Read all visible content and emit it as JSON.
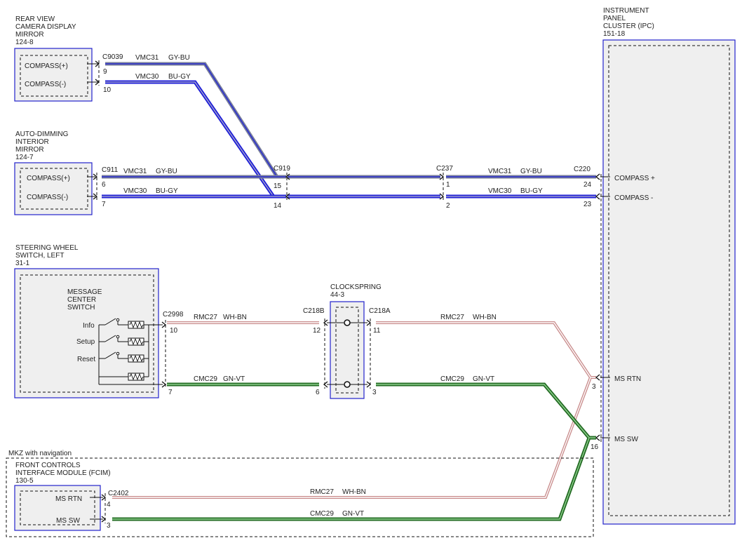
{
  "components": {
    "rvc": {
      "title": [
        "REAR VIEW",
        "CAMERA DISPLAY",
        "MIRROR"
      ],
      "ref": "124-8",
      "pins": [
        "COMPASS(+)",
        "COMPASS(-)"
      ]
    },
    "adm": {
      "title": [
        "AUTO-DIMMING",
        "INTERIOR",
        "MIRROR"
      ],
      "ref": "124-7",
      "pins": [
        "COMPASS(+)",
        "COMPASS(-)"
      ]
    },
    "swl": {
      "title": [
        "STEERING WHEEL",
        "SWITCH, LEFT"
      ],
      "ref": "31-1",
      "inner_title": [
        "MESSAGE",
        "CENTER",
        "SWITCH"
      ],
      "switches": [
        "Info",
        "Setup",
        "Reset"
      ]
    },
    "clockspring": {
      "title": "CLOCKSPRING",
      "ref": "44-3"
    },
    "ipc": {
      "title": [
        "INSTRUMENT",
        "PANEL",
        "CLUSTER (IPC)"
      ],
      "ref": "151-18",
      "pins": [
        "COMPASS +",
        "COMPASS -",
        "MS RTN",
        "MS SW"
      ]
    },
    "fcim": {
      "option": "MKZ with navigation",
      "title": [
        "FRONT CONTROLS",
        "INTERFACE MODULE (FCIM)"
      ],
      "ref": "130-5",
      "pins": [
        "MS RTN",
        "MS SW"
      ]
    }
  },
  "connectors": {
    "c9039": {
      "name": "C9039",
      "pins": [
        "9",
        "10"
      ]
    },
    "c911": {
      "name": "C911",
      "pins": [
        "6",
        "7"
      ]
    },
    "c919": {
      "name": "C919",
      "pins": [
        "15",
        "14"
      ]
    },
    "c237": {
      "name": "C237",
      "pins": [
        "1",
        "2"
      ]
    },
    "c220": {
      "name": "C220",
      "pins": [
        "24",
        "23"
      ]
    },
    "c2998": {
      "name": "C2998",
      "pins": [
        "10",
        "7"
      ]
    },
    "c218b": {
      "name": "C218B",
      "pins": [
        "12",
        "6"
      ]
    },
    "c218a": {
      "name": "C218A",
      "pins": [
        "11",
        "3"
      ]
    },
    "ipc_ms": {
      "pins": [
        "3",
        "16"
      ]
    },
    "c2402": {
      "name": "C2402",
      "pins": [
        "4",
        "3"
      ]
    }
  },
  "wires": {
    "vmc31": {
      "circuit": "VMC31",
      "color": "GY-BU"
    },
    "vmc30": {
      "circuit": "VMC30",
      "color": "BU-GY"
    },
    "rmc27": {
      "circuit": "RMC27",
      "color": "WH-BN"
    },
    "cmc29": {
      "circuit": "CMC29",
      "color": "GN-VT"
    }
  },
  "colors": {
    "border": "#2222cc",
    "gy_bu_base": "#7a7f9a",
    "gy_bu_stripe": "#2a2fd0",
    "bu_gy_base": "#2020d8",
    "bu_gy_stripe": "#b5b5c8",
    "wh_bn_base": "#c88a8a",
    "wh_bn_stripe": "#ffffff",
    "gn_vt_base": "#236b23",
    "gn_vt_stripe": "#8fd08f"
  }
}
